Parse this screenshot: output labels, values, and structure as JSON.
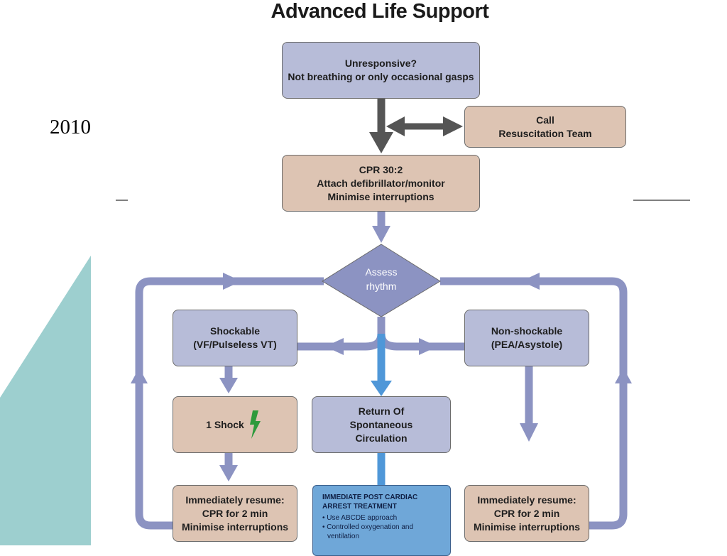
{
  "title": "Advanced Life Support",
  "year": "2010",
  "colors": {
    "blue_box": "#b7bcd8",
    "tan_box": "#ddc4b3",
    "arrow_purple": "#8c93c2",
    "arrow_blue": "#4f97d8",
    "arrow_gray": "#555555",
    "teal_triangle": "#9dcfcf",
    "post_box": "#6fa7d8",
    "lightning": "#2e9a3c"
  },
  "nodes": {
    "unresponsive": [
      "Unresponsive?",
      "Not breathing or only occasional gasps"
    ],
    "call_team": [
      "Call",
      "Resuscitation Team"
    ],
    "cpr": [
      "CPR 30:2",
      "Attach defibrillator/monitor",
      "Minimise interruptions"
    ],
    "assess": [
      "Assess",
      "rhythm"
    ],
    "shockable": [
      "Shockable",
      "(VF/Pulseless VT)"
    ],
    "non_shockable": [
      "Non-shockable",
      "(PEA/Asystole)"
    ],
    "shock": "1 Shock",
    "rosc": [
      "Return Of",
      "Spontaneous",
      "Circulation"
    ],
    "resume_left": [
      "Immediately resume:",
      "CPR for 2 min",
      "Minimise interruptions"
    ],
    "resume_right": [
      "Immediately resume:",
      "CPR for 2 min",
      "Minimise interruptions"
    ],
    "post_arrest": {
      "heading_lines": [
        "Immediate post cardiac",
        "arrest treatment"
      ],
      "bullets": [
        "Use ABCDE approach",
        "Controlled oxygenation and",
        "ventilation"
      ]
    }
  },
  "icons": [
    "lightning-icon"
  ]
}
